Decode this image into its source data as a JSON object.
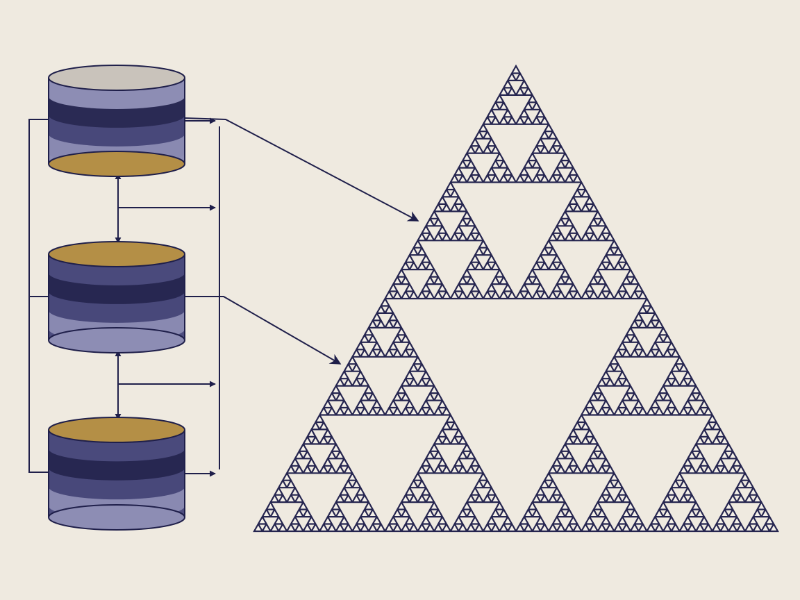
{
  "colors": {
    "background": "#efeae0",
    "ink": "#1f1f4a",
    "navy": "#25254f",
    "slate": "#4a4a7c",
    "lavender": "#8d8db4",
    "gray": "#c9c3bb",
    "gold": "#b48f46"
  },
  "cylinders": [
    {
      "name": "cylinder-top",
      "top_cap": "gray",
      "bands": [
        "lavender",
        "navy",
        "slate",
        "lavender"
      ],
      "bottom_cap": "gold"
    },
    {
      "name": "cylinder-middle",
      "top_cap": "gold",
      "bands": [
        "slate",
        "navy",
        "slate",
        "lavender"
      ],
      "bottom_cap": "lavender"
    },
    {
      "name": "cylinder-bottom",
      "top_cap": "gold",
      "bands": [
        "slate",
        "navy",
        "slate",
        "lavender"
      ],
      "bottom_cap": "lavender"
    }
  ],
  "fractal": {
    "shape": "sierpinski-triangle",
    "depth": 6
  },
  "icons": [
    "arrow-head-icon"
  ]
}
